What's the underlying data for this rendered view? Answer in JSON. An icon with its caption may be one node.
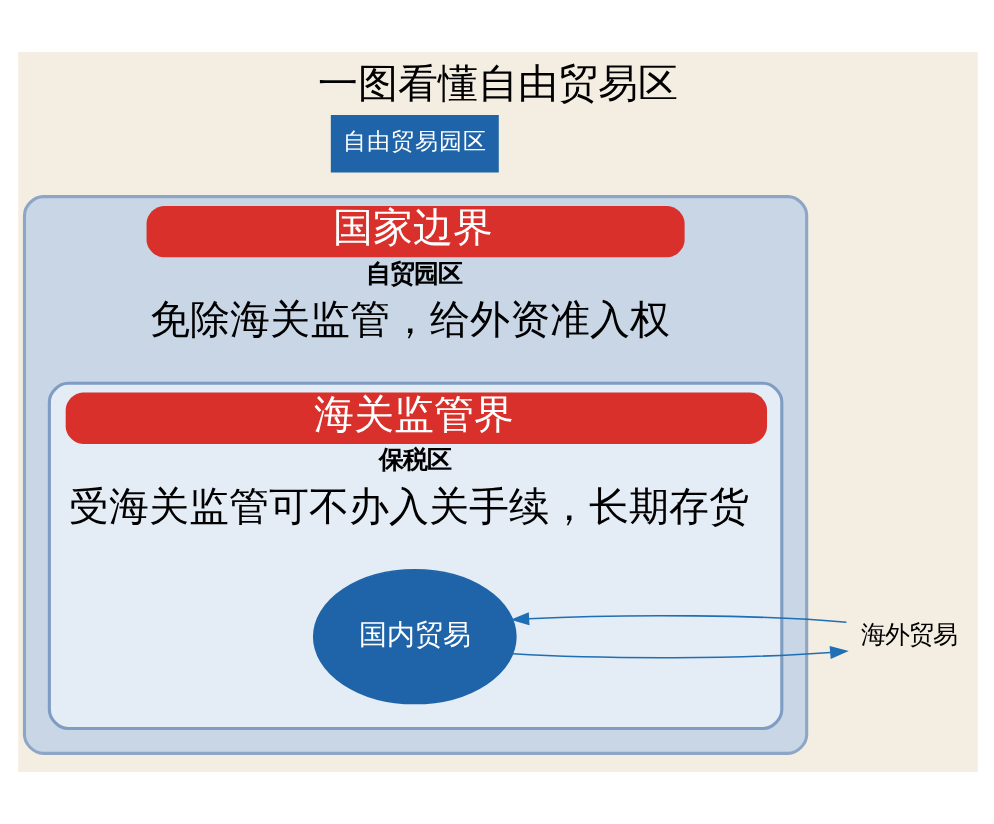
{
  "diagram": {
    "title": "一图看懂自由贸易区",
    "nodes": [
      {
        "text": [
          "自贸园区",
          "免除海关监管，给外资准入权"
        ],
        "beside": [
          "国家边界"
        ]
      },
      {
        "text": [
          "保税区",
          "受海关监管可不办入关手续，长期存货"
        ],
        "beside": [
          "海关监管界"
        ],
        "in": 0
      },
      {
        "text": [
          "国内贸易"
        ],
        "in": 1
      },
      {
        "text": [
          "海外贸易"
        ]
      }
    ],
    "edges": [
      {
        "from": 2,
        "to": 3,
        "arrow": "to",
        "color": "#1f6fb4"
      },
      {
        "from": 3,
        "to": 2,
        "arrow": "to",
        "color": "#1f6fb4"
      }
    ],
    "labels": [
      "自由贸易园区"
    ]
  }
}
